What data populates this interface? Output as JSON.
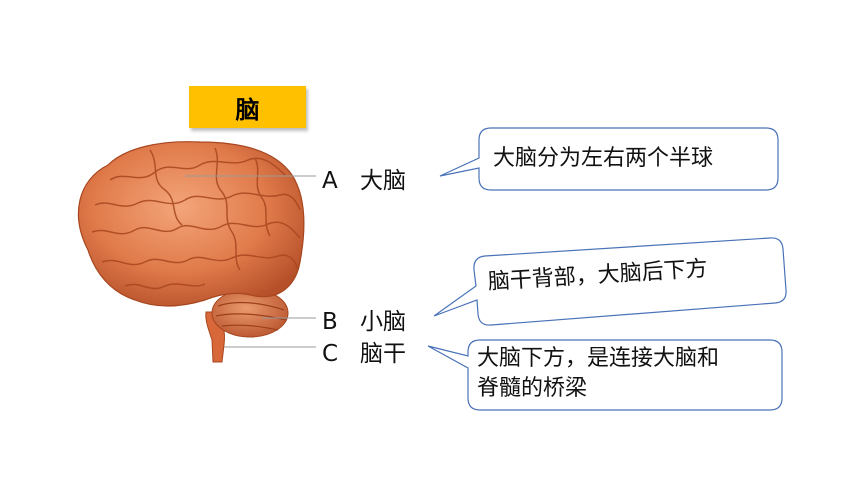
{
  "title": "脑",
  "parts": [
    {
      "letter": "A",
      "name": "大脑"
    },
    {
      "letter": "B",
      "name": "小脑"
    },
    {
      "letter": "C",
      "name": "脑干"
    }
  ],
  "callouts": [
    {
      "lines": [
        "大脑分为左右两个半球"
      ]
    },
    {
      "lines": [
        "脑干背部，大脑后下方"
      ]
    },
    {
      "lines": [
        "大脑下方，是连接大脑和",
        "脊髓的桥梁"
      ]
    }
  ],
  "colors": {
    "title_bg": "#ffc000",
    "callout_border": "#4a72b8",
    "brain": "#e07a4a",
    "brain_dark": "#b5502a",
    "leader_line": "#9a9a9a"
  }
}
